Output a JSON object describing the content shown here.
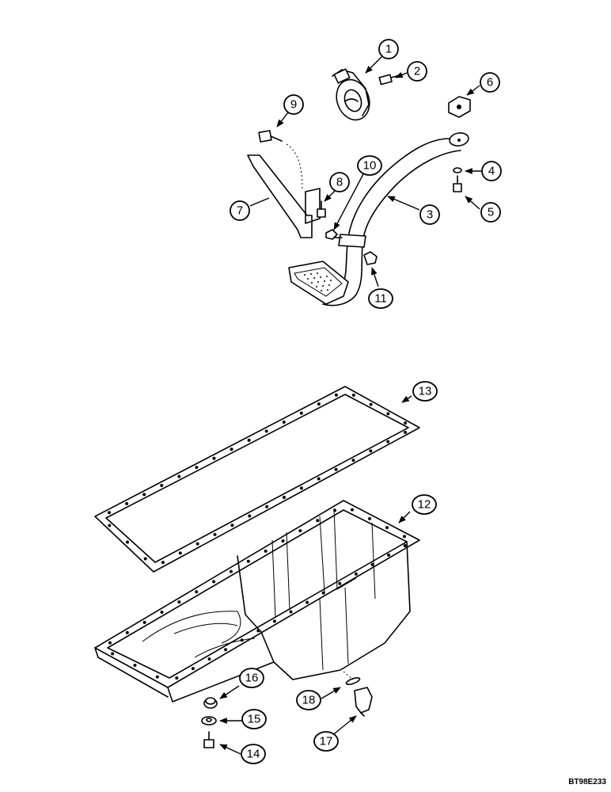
{
  "diagram": {
    "reference_code": "BT98E233",
    "callouts": [
      {
        "id": "c1",
        "label": "1"
      },
      {
        "id": "c2",
        "label": "2"
      },
      {
        "id": "c3",
        "label": "3"
      },
      {
        "id": "c4",
        "label": "4"
      },
      {
        "id": "c5",
        "label": "5"
      },
      {
        "id": "c6",
        "label": "6"
      },
      {
        "id": "c7",
        "label": "7"
      },
      {
        "id": "c8",
        "label": "8"
      },
      {
        "id": "c9",
        "label": "9"
      },
      {
        "id": "c10",
        "label": "10"
      },
      {
        "id": "c11",
        "label": "11"
      },
      {
        "id": "c12",
        "label": "12"
      },
      {
        "id": "c13",
        "label": "13"
      },
      {
        "id": "c14",
        "label": "14"
      },
      {
        "id": "c15",
        "label": "15"
      },
      {
        "id": "c16",
        "label": "16"
      },
      {
        "id": "c17",
        "label": "17"
      },
      {
        "id": "c18",
        "label": "18"
      }
    ]
  }
}
